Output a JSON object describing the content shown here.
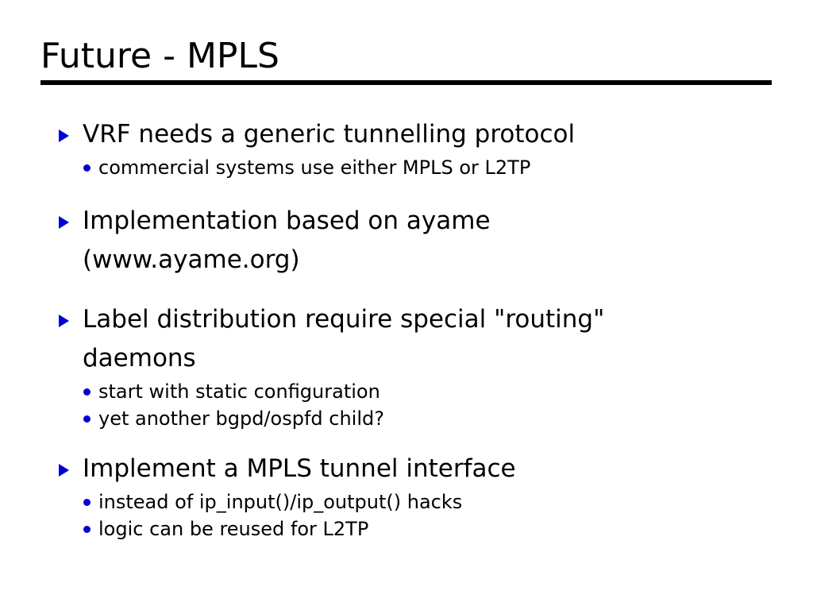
{
  "slide": {
    "title": "Future - MPLS",
    "accent_color": "#0000d2",
    "text_color": "#000000",
    "background_color": "#ffffff",
    "bullet_level1_icon": "blue-triangle-icon",
    "bullet_level2_icon": "blue-dot-icon",
    "groups": [
      {
        "heading": "VRF needs a generic tunnelling protocol",
        "subs": [
          "commercial systems use either MPLS or L2TP"
        ]
      },
      {
        "heading": "Implementation based on ayame",
        "heading_line2": "(www.ayame.org)",
        "subs": []
      },
      {
        "heading": "Label distribution require special \"routing\"",
        "heading_line2": "daemons",
        "subs": [
          "start with static configuration",
          "yet another bgpd/ospfd child?"
        ]
      },
      {
        "heading": "Implement a MPLS tunnel interface",
        "subs": [
          "instead of ip_input()/ip_output() hacks",
          "logic can be reused for L2TP"
        ]
      }
    ]
  }
}
